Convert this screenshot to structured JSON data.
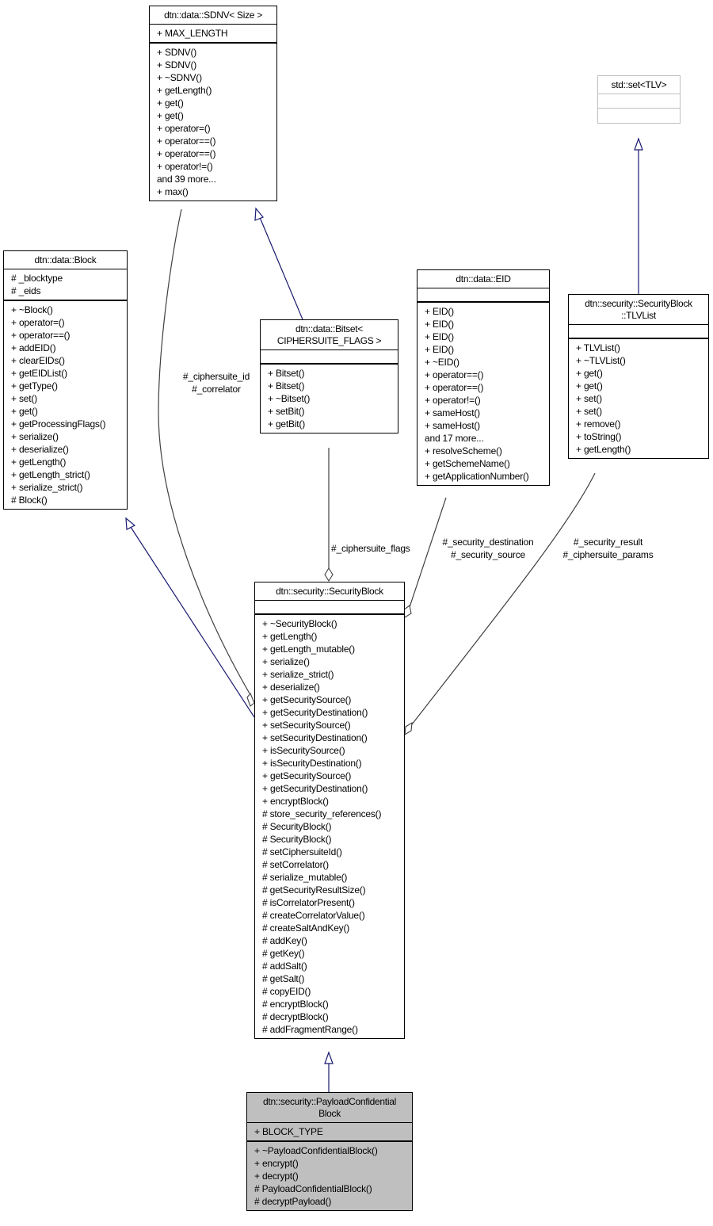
{
  "diagram": {
    "type": "collaboration-diagram",
    "classes": {
      "sdnv": {
        "title": [
          "dtn::data::SDNV< Size >"
        ],
        "attributes": [
          "+ MAX_LENGTH"
        ],
        "operations": [
          "+ SDNV()",
          "+ SDNV()",
          "+ ~SDNV()",
          "+ getLength()",
          "+ get()",
          "+ get()",
          "+ operator=()",
          "+ operator==()",
          "+ operator==()",
          "+ operator!=()",
          "and 39 more...",
          "+ max()"
        ]
      },
      "block": {
        "title": [
          "dtn::data::Block"
        ],
        "attributes": [
          "# _blocktype",
          "# _eids"
        ],
        "operations": [
          "+ ~Block()",
          "+ operator=()",
          "+ operator==()",
          "+ addEID()",
          "+ clearEIDs()",
          "+ getEIDList()",
          "+ getType()",
          "+ set()",
          "+ get()",
          "+ getProcessingFlags()",
          "+ serialize()",
          "+ deserialize()",
          "+ getLength()",
          "+ getLength_strict()",
          "+ serialize_strict()",
          "# Block()"
        ]
      },
      "bitset": {
        "title": [
          "dtn::data::Bitset<",
          "CIPHERSUITE_FLAGS >"
        ],
        "attributes": [],
        "operations": [
          "+ Bitset()",
          "+ Bitset()",
          "+ ~Bitset()",
          "+ setBit()",
          "+ getBit()"
        ]
      },
      "eid": {
        "title": [
          "dtn::data::EID"
        ],
        "attributes": [],
        "operations": [
          "+ EID()",
          "+ EID()",
          "+ EID()",
          "+ EID()",
          "+ ~EID()",
          "+ operator==()",
          "+ operator==()",
          "+ operator!=()",
          "+ sameHost()",
          "+ sameHost()",
          "and 17 more...",
          "+ resolveScheme()",
          "+ getSchemeName()",
          "+ getApplicationNumber()"
        ]
      },
      "stdset": {
        "title": [
          "std::set<TLV>"
        ],
        "attributes": [],
        "operations": []
      },
      "tlvlist": {
        "title": [
          "dtn::security::SecurityBlock",
          "::TLVList"
        ],
        "attributes": [],
        "operations": [
          "+ TLVList()",
          "+ ~TLVList()",
          "+ get()",
          "+ get()",
          "+ set()",
          "+ set()",
          "+ remove()",
          "+ toString()",
          "+ getLength()"
        ]
      },
      "securityblock": {
        "title": [
          "dtn::security::SecurityBlock"
        ],
        "attributes": [],
        "operations": [
          "+ ~SecurityBlock()",
          "+ getLength()",
          "+ getLength_mutable()",
          "+ serialize()",
          "+ serialize_strict()",
          "+ deserialize()",
          "+ getSecuritySource()",
          "+ getSecurityDestination()",
          "+ setSecuritySource()",
          "+ setSecurityDestination()",
          "+ isSecuritySource()",
          "+ isSecurityDestination()",
          "+ getSecuritySource()",
          "+ getSecurityDestination()",
          "+ encryptBlock()",
          "# store_security_references()",
          "# SecurityBlock()",
          "# SecurityBlock()",
          "# setCiphersuiteId()",
          "# setCorrelator()",
          "# serialize_mutable()",
          "# getSecurityResultSize()",
          "# isCorrelatorPresent()",
          "# createCorrelatorValue()",
          "# createSaltAndKey()",
          "# addKey()",
          "# getKey()",
          "# addSalt()",
          "# getSalt()",
          "# copyEID()",
          "# encryptBlock()",
          "# decryptBlock()",
          "# addFragmentRange()"
        ]
      },
      "payloadconf": {
        "title": [
          "dtn::security::PayloadConfidential",
          "Block"
        ],
        "attributes": [
          "+ BLOCK_TYPE"
        ],
        "operations": [
          "+ ~PayloadConfidentialBlock()",
          "+ encrypt()",
          "+ decrypt()",
          "# PayloadConfidentialBlock()",
          "# decryptPayload()"
        ]
      }
    },
    "edge_labels": {
      "sdnv_to_security": [
        "#_ciphersuite_id",
        "#_correlator"
      ],
      "bitset_to_security": [
        "#_ciphersuite_flags"
      ],
      "eid_to_security": [
        "#_security_destination",
        "#_security_source"
      ],
      "tlv_to_security": [
        "#_security_result",
        "#_ciphersuite_params"
      ]
    },
    "colors": {
      "inheritance_edge": "#191970",
      "usage_edge": "#404040",
      "highlight_fill": "#bfbfbf",
      "external_border": "#bfbfbf"
    }
  }
}
